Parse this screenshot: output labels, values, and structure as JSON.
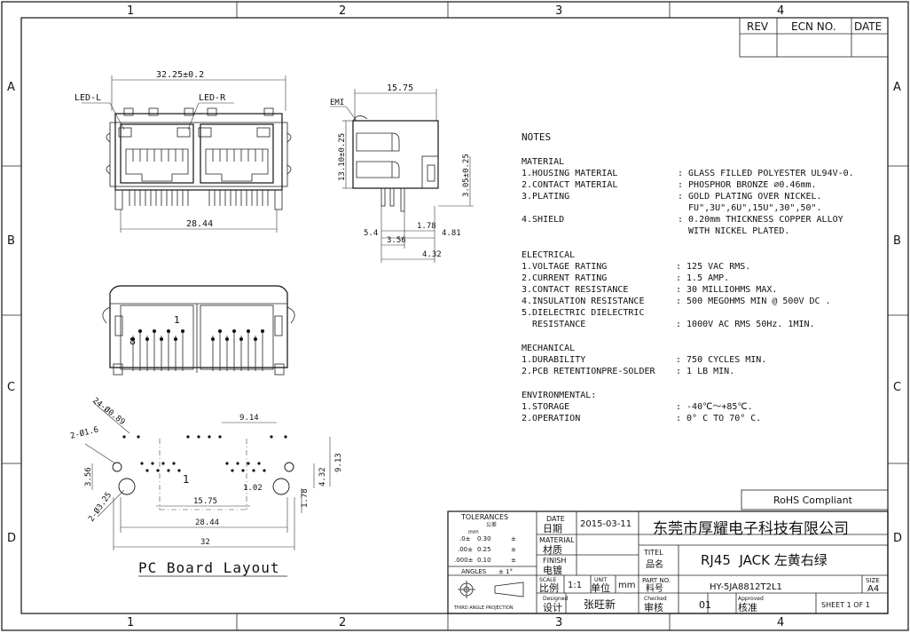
{
  "frame": {
    "col_labels": [
      "1",
      "2",
      "3",
      "4"
    ],
    "row_labels": [
      "A",
      "B",
      "C",
      "D"
    ]
  },
  "rev_block": {
    "rev": "REV",
    "ecn": "ECN NO.",
    "date": "DATE"
  },
  "front_view": {
    "width_dim": "32.25±0.2",
    "led_l": "LED-L",
    "led_r": "LED-R",
    "pin_span": "28.44"
  },
  "side_view": {
    "emi": "EMI",
    "top_dim": "15.75",
    "height_dim": "13.10±0.25",
    "pin_len": "3.05±0.25",
    "d_178": "1.78",
    "d_54": "5.4",
    "d_356": "3.56",
    "d_481": "4.81",
    "d_432": "4.32"
  },
  "rear_view": {
    "pin1": "1",
    "pin8": "8"
  },
  "pcb_layout": {
    "hole_24": "24-Ø0.89",
    "hole_2_16": "2-Ø1.6",
    "hole_2_325": "2-Ø3.25",
    "d_914": "9.14",
    "d_913": "9.13",
    "d_432": "4.32",
    "d_356": "3.56",
    "d_102": "1.02",
    "d_178": "1.78",
    "d_1575": "15.75",
    "d_2844": "28.44",
    "d_32": "32",
    "pin1": "1",
    "title": "PC Board Layout"
  },
  "notes": {
    "heading": "NOTES",
    "material_heading": "MATERIAL",
    "material": [
      {
        "k": "1.HOUSING MATERIAL",
        "v": ": GLASS FILLED POLYESTER UL94V-0."
      },
      {
        "k": "2.CONTACT MATERIAL",
        "v": ": PHOSPHOR BRONZE ⌀0.46mm."
      },
      {
        "k": "3.PLATING",
        "v": ": GOLD PLATING OVER NICKEL."
      },
      {
        "k": "",
        "v": "  FU\",3U\",6U\",15U\",30\",50\"."
      },
      {
        "k": "4.SHIELD",
        "v": ": 0.20mm THICKNESS COPPER ALLOY"
      },
      {
        "k": "",
        "v": "  WITH NICKEL PLATED."
      }
    ],
    "electrical_heading": "ELECTRICAL",
    "electrical": [
      {
        "k": "1.VOLTAGE RATING",
        "v": ": 125 VAC RMS."
      },
      {
        "k": "2.CURRENT RATING",
        "v": ": 1.5 AMP."
      },
      {
        "k": "3.CONTACT RESISTANCE",
        "v": ": 30 MILLIOHMS MAX."
      },
      {
        "k": "4.INSULATION RESISTANCE",
        "v": ": 500 MEGOHMS MIN @ 500V DC ."
      },
      {
        "k": "5.DIELECTRIC DIELECTRIC",
        "v": ""
      },
      {
        "k": "  RESISTANCE",
        "v": ": 1000V AC RMS 50Hz. 1MIN."
      }
    ],
    "mechanical_heading": "MECHANICAL",
    "mechanical": [
      {
        "k": "1.DURABILITY",
        "v": ": 750 CYCLES MIN."
      },
      {
        "k": "2.PCB RETENTIONPRE-SOLDER",
        "v": ": 1 LB MIN."
      }
    ],
    "environmental_heading": "ENVIRONMENTAL:",
    "environmental": [
      {
        "k": "1.STORAGE",
        "v": ": -40℃～+85℃."
      },
      {
        "k": "2.OPERATION",
        "v": ": 0° C TO 70° C."
      }
    ]
  },
  "title_block": {
    "rohs": "RoHS Compliant",
    "tolerances": "TOLERANCES",
    "tol_cn": "公差",
    "mm": "mm",
    "tol_rows": [
      {
        "a": ".0±",
        "b": "0.30",
        "c": "±"
      },
      {
        "a": ".00±",
        "b": "0.25",
        "c": "±"
      },
      {
        "a": ".000±",
        "b": "0.10",
        "c": "±"
      }
    ],
    "angles": "ANGLES",
    "angles_val": "± 1°",
    "projection": "THIRD ANGLE PROJECTION",
    "date_label": "DATE",
    "date_cn": "日期",
    "date_val": "2015-03-11",
    "company": "东莞市厚耀电子科技有限公司",
    "material_label": "MATERIAL",
    "material_cn": "材质",
    "finish_label": "FINISH",
    "finish_cn": "电镀",
    "titel_label": "TITEL",
    "titel_cn": "品名",
    "titel_val": "RJ45  JACK 左黄右绿",
    "scale_label": "SCALE",
    "scale_cn": "比例",
    "scale_val": "1:1",
    "unit_label": "UNIT",
    "unit_cn": "单位",
    "unit_val": "mm",
    "partno_label": "PART NO.",
    "partno_cn": "料号",
    "partno_val": "HY-5JA8812T2L1",
    "size_label": "SIZE",
    "size_val": "A4",
    "designed_label": "Designed",
    "designed_cn": "设计",
    "designed_val": "张旺新",
    "checked_label": "Checked",
    "checked_cn": "审核",
    "checked_val": "01",
    "approved_label": "Approved",
    "approved_cn": "核准",
    "sheet": "SHEET 1 OF 1"
  }
}
